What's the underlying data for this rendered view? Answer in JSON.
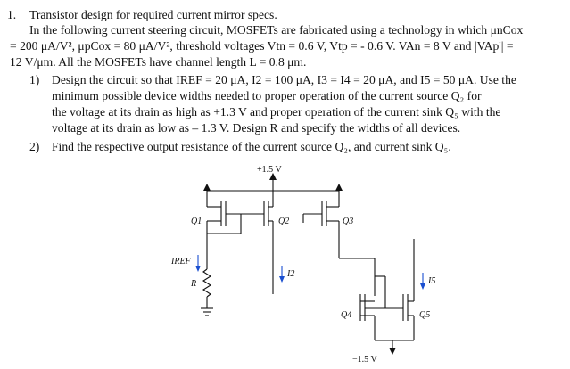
{
  "problem": {
    "number": "1.",
    "title": "Transistor design for required current mirror specs.",
    "intro_lines": [
      "In the following current steering circuit, MOSFETs are fabricated using a technology in which μnCox",
      "= 200 μA/V², μpCox = 80 μA/V², threshold voltages Vtn = 0.6 V, Vtp = - 0.6 V. VAn = 8 V and |VAp'| =",
      "12 V/μm. All the MOSFETs have channel length L = 0.8 μm."
    ],
    "parts": [
      {
        "number": "1)",
        "lines": [
          "Design the circuit so that IREF = 20 μA, I2 = 100 μA, I3 = I4 = 20 μA, and I5 = 50 μA. Use the",
          "minimum possible device widths needed to proper operation of the current source Q₂ for",
          "the voltage at its drain as high as +1.3 V and proper operation of the current sink Q₅ with the",
          "voltage at its drain as low as – 1.3 V. Design R and specify the widths of all devices."
        ]
      },
      {
        "number": "2)",
        "lines": [
          "Find the respective output resistance of the current source Q₂, and current sink Q₅."
        ]
      }
    ]
  },
  "circuit": {
    "vdd_label": "+1.5 V",
    "vss_label": "−1.5 V",
    "labels": {
      "q1": "Q1",
      "q2": "Q2",
      "q3": "Q3",
      "q4": "Q4",
      "q5": "Q5",
      "iref": "IREF",
      "i2": "I2",
      "i5": "I5",
      "r": "R"
    },
    "colors": {
      "wire": "#111111",
      "current_arrow": "#1a4fd0"
    }
  }
}
